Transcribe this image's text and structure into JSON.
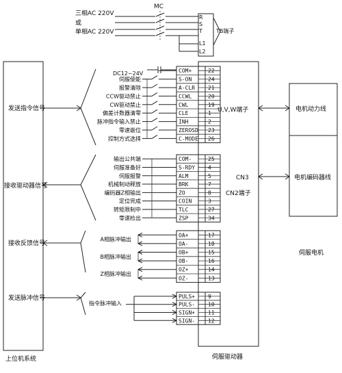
{
  "power_input": {
    "three_phase": "三相AC 220V",
    "or_text": "或",
    "single_phase": "单相AC 220V",
    "contactor": "MC"
  },
  "tb_terminal": {
    "pins": [
      "R",
      "S",
      "T",
      "L1",
      "L2"
    ],
    "label": "TB端子"
  },
  "host": {
    "footer": "上位机系统",
    "labels": [
      "发送指令信号",
      "接收驱动器信号",
      "接收反馈信号",
      "发送脉冲信号"
    ]
  },
  "driver": {
    "footer": "伺服驱动器",
    "uvw": "U,V,W端子",
    "cn3": "CN3",
    "cn2": "CN2端子"
  },
  "motor": {
    "title": "伺服电机",
    "power_line": "电机动力线",
    "encoder_line": "电机编码器线"
  },
  "command_group": {
    "supply": "DC12~24V",
    "functions": [
      "伺服使能",
      "报警清除",
      "CCW驱动禁止",
      "CW驱动禁止",
      "偏差计数器清零",
      "脉冲指令输入禁止",
      "零速嵌位",
      "控制方式选择"
    ],
    "pins": [
      {
        "name": "COM+",
        "num": "22"
      },
      {
        "name": "S-ON",
        "num": "24"
      },
      {
        "name": "A-CLR",
        "num": "21"
      },
      {
        "name": "CCWL",
        "num": "20"
      },
      {
        "name": "CWL",
        "num": "19"
      },
      {
        "name": "CLE",
        "num": "1"
      },
      {
        "name": "INH",
        "num": "2"
      },
      {
        "name": "ZEROSD",
        "num": "23"
      },
      {
        "name": "C-MODE",
        "num": "26"
      }
    ]
  },
  "status_group": {
    "functions": [
      "输出公共端",
      "伺服准备好",
      "伺服报警",
      "机械制动释放",
      "编码器Z相输出",
      "定位完成",
      "转矩限制中",
      "零速检出"
    ],
    "pins": [
      {
        "name": "COM-",
        "num": "25"
      },
      {
        "name": "S-RDY",
        "num": "4"
      },
      {
        "name": "ALM",
        "num": "5"
      },
      {
        "name": "BRK",
        "num": "7"
      },
      {
        "name": "ZO",
        "num": "8"
      },
      {
        "name": "COIN",
        "num": "3"
      },
      {
        "name": "TLC",
        "num": "27"
      },
      {
        "name": "ZSP",
        "num": "34"
      }
    ]
  },
  "feedback_group": {
    "functions": [
      "A相脉冲输出",
      "B相脉冲输出",
      "Z相脉冲输出"
    ],
    "pins": [
      {
        "name": "OA+",
        "num": "17"
      },
      {
        "name": "OA-",
        "num": "18"
      },
      {
        "name": "OB+",
        "num": "15"
      },
      {
        "name": "OB-",
        "num": "16"
      },
      {
        "name": "OZ+",
        "num": "14"
      },
      {
        "name": "OZ-",
        "num": "13"
      }
    ]
  },
  "pulse_group": {
    "function": "指令脉冲输入",
    "pins": [
      {
        "name": "PULS+",
        "num": "9"
      },
      {
        "name": "PULS-",
        "num": "10"
      },
      {
        "name": "SIGN+",
        "num": "11"
      },
      {
        "name": "SIGN-",
        "num": "12"
      }
    ]
  }
}
